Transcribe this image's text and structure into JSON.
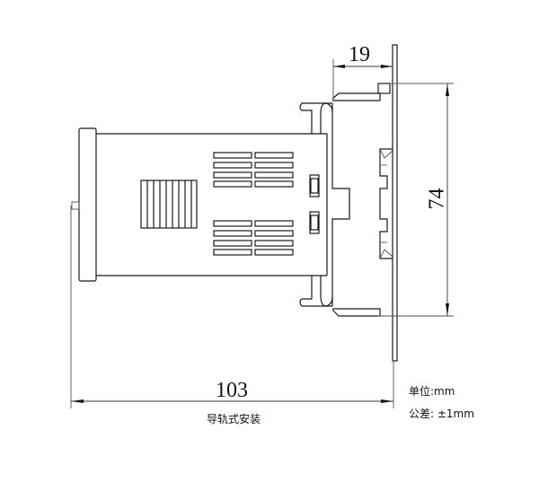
{
  "drawing": {
    "title": "导轨式安装",
    "dimensions": {
      "overall_length": "103",
      "rail_depth": "19",
      "height": "74"
    },
    "notes": {
      "unit": "单位:mm",
      "tolerance": "公差: ±1mm"
    },
    "line_color": "#1a1a1a",
    "background": "#ffffff"
  }
}
